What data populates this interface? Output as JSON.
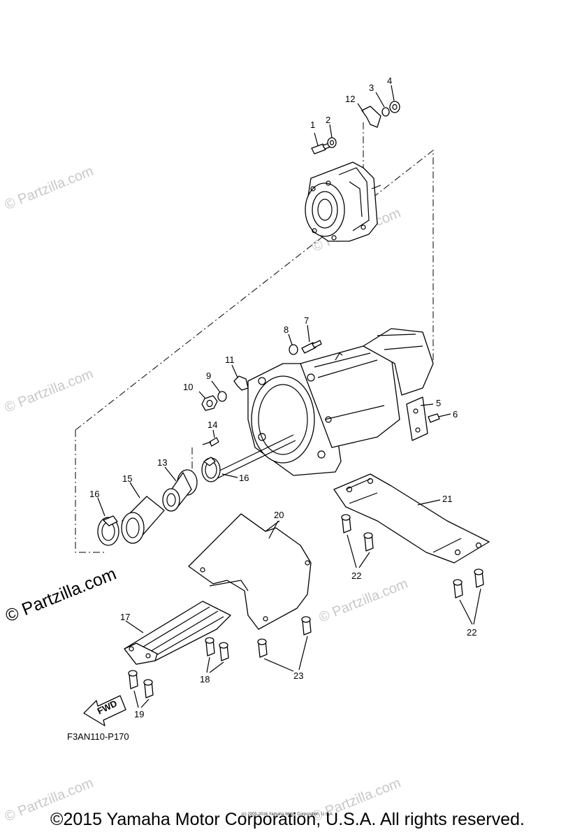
{
  "callouts": {
    "c1": "1",
    "c2": "2",
    "c3": "3",
    "c4": "4",
    "c5": "5",
    "c6": "6",
    "c7": "7",
    "c8": "8",
    "c9": "9",
    "c10": "10",
    "c11": "11",
    "c12": "12",
    "c13": "13",
    "c14": "14",
    "c15": "15",
    "c16a": "16",
    "c16b": "16",
    "c17": "17",
    "c18": "18",
    "c19": "19",
    "c20": "20",
    "c21": "21",
    "c22a": "22",
    "c22b": "22",
    "c23": "23"
  },
  "fwd_arrow_label": "FWD",
  "diagram_code": "F3AN110-P170",
  "watermark": {
    "large": "© Partzilla.com",
    "small": "© Partzilla.com"
  },
  "tiny_copyright": "(c) 2005-2016 Yamaha Motor Corporation, U.S.A.",
  "footer_copyright": "©2015 Yamaha Motor Corporation, U.S.A. All rights reserved."
}
